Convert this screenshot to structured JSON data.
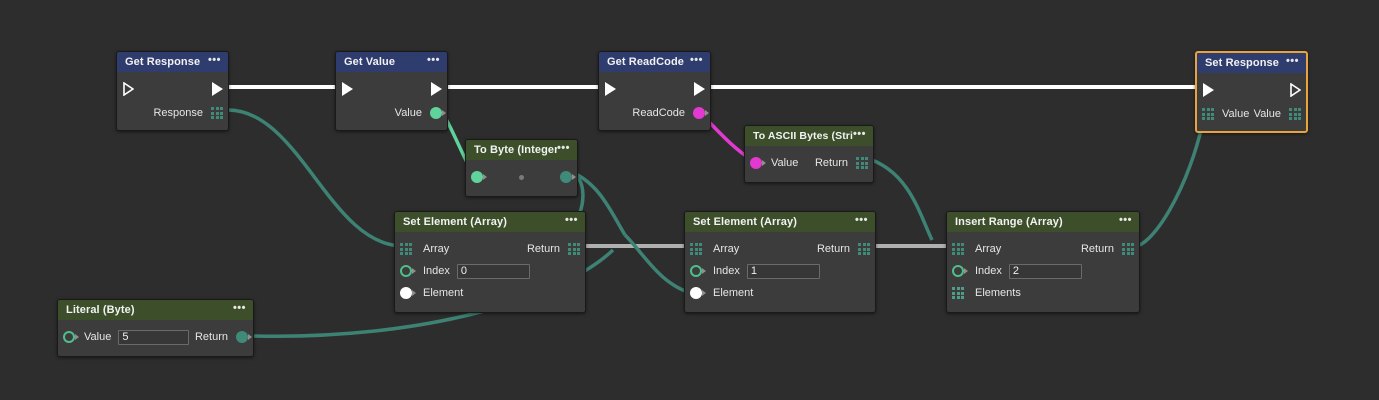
{
  "canvas": {
    "background": "#2d2d2d",
    "wire_colors": {
      "exec": "#ffffff",
      "array": "#b0b0b0",
      "teal": "#3d8273",
      "green": "#5fd39b",
      "magenta": "#e23ad0"
    }
  },
  "nodes": [
    {
      "id": "get-response",
      "title": "Get Response",
      "header_color": "#2f3c6e",
      "menu": "•••",
      "selected": false,
      "rows": [
        {
          "left_port": "exec-in-outline",
          "right_port": "exec-out-filled"
        },
        {
          "right_label": "Response",
          "right_port": "array-grid"
        }
      ]
    },
    {
      "id": "get-value",
      "title": "Get Value",
      "header_color": "#2f3c6e",
      "menu": "•••",
      "selected": false,
      "rows": [
        {
          "left_port": "exec-in-filled",
          "right_port": "exec-out-filled"
        },
        {
          "right_label": "Value",
          "right_port": "green-dot"
        }
      ]
    },
    {
      "id": "get-readcode",
      "title": "Get ReadCode",
      "header_color": "#2f3c6e",
      "menu": "•••",
      "selected": false,
      "rows": [
        {
          "left_port": "exec-in-filled",
          "right_port": "exec-out-filled"
        },
        {
          "right_label": "ReadCode",
          "right_port": "magenta-dot"
        }
      ]
    },
    {
      "id": "set-response",
      "title": "Set Response",
      "header_color": "#2f3c6e",
      "menu": "•••",
      "selected": true,
      "rows": [
        {
          "left_port": "exec-in-filled",
          "right_port": "exec-out-outline"
        },
        {
          "left_port": "array-grid",
          "left_label": "Value",
          "right_label": "Value",
          "right_port": "array-grid"
        }
      ]
    },
    {
      "id": "to-byte-integer",
      "title": "To Byte (Integer)",
      "header_color": "#3c4f2a",
      "menu": "•••",
      "selected": false,
      "rows": [
        {
          "left_port": "green-dot",
          "mid_port": "grey-dot",
          "right_port": "teal-dot"
        }
      ]
    },
    {
      "id": "to-ascii-bytes-string",
      "title": "To ASCII Bytes (String)",
      "header_color": "#3c4f2a",
      "menu": "•••",
      "selected": false,
      "rows": [
        {
          "left_port": "magenta-dot",
          "left_label": "Value",
          "right_label": "Return",
          "right_port": "array-grid"
        }
      ]
    },
    {
      "id": "set-element-array-0",
      "title": "Set Element (Array)",
      "header_color": "#3c4f2a",
      "menu": "•••",
      "selected": false,
      "rows": [
        {
          "left_port": "array-grid",
          "left_label": "Array",
          "right_label": "Return",
          "right_port": "array-grid"
        },
        {
          "left_port": "circle-outline",
          "left_label": "Index",
          "field_value": "0"
        },
        {
          "left_port": "white-dot",
          "left_label": "Element"
        }
      ]
    },
    {
      "id": "set-element-array-1",
      "title": "Set Element (Array)",
      "header_color": "#3c4f2a",
      "menu": "•••",
      "selected": false,
      "rows": [
        {
          "left_port": "array-grid",
          "left_label": "Array",
          "right_label": "Return",
          "right_port": "array-grid"
        },
        {
          "left_port": "circle-outline",
          "left_label": "Index",
          "field_value": "1"
        },
        {
          "left_port": "white-dot",
          "left_label": "Element"
        }
      ]
    },
    {
      "id": "insert-range-array",
      "title": "Insert Range (Array)",
      "header_color": "#3c4f2a",
      "menu": "•••",
      "selected": false,
      "rows": [
        {
          "left_port": "array-grid",
          "left_label": "Array",
          "right_label": "Return",
          "right_port": "array-grid"
        },
        {
          "left_port": "circle-outline",
          "left_label": "Index",
          "field_value": "2"
        },
        {
          "left_port": "array-grid",
          "left_label": "Elements"
        }
      ]
    },
    {
      "id": "literal-byte",
      "title": "Literal (Byte)",
      "header_color": "#3c4f2a",
      "menu": "•••",
      "selected": false,
      "rows": [
        {
          "left_port": "circle-outline",
          "left_label": "Value",
          "field_value": "5",
          "right_label": "Return",
          "right_port": "teal-dot"
        }
      ]
    }
  ]
}
